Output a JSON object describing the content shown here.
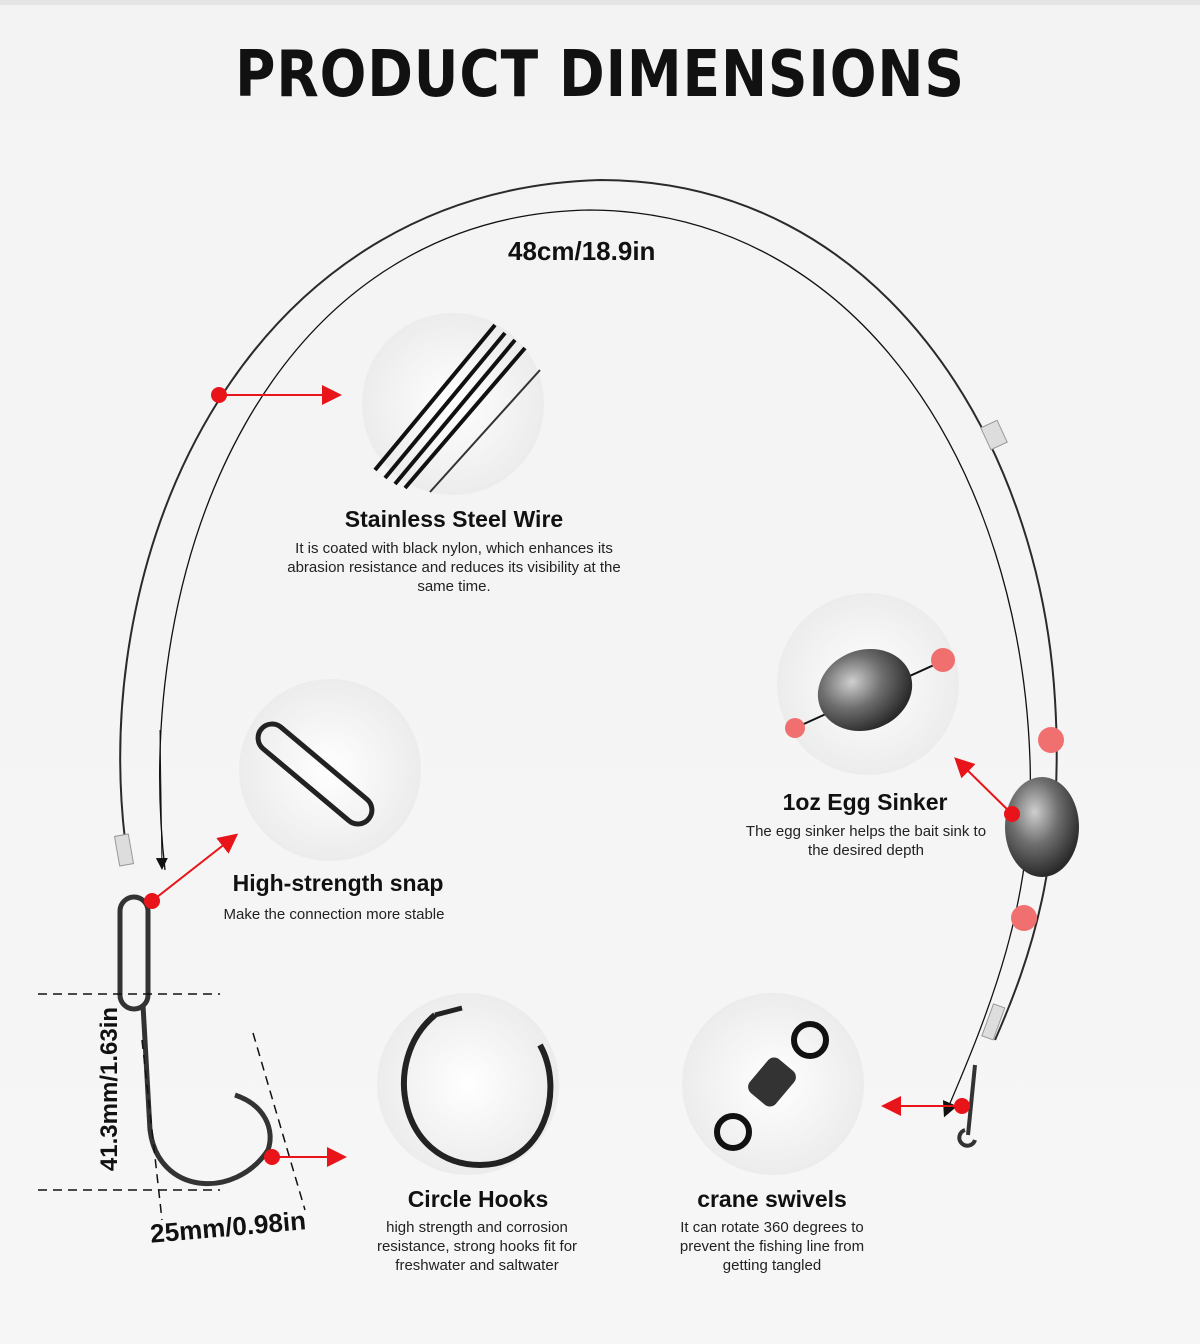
{
  "title": "PRODUCT DIMENSIONS",
  "length_label": "48cm/18.9in",
  "hook_height_label": "41.3mm/1.63in",
  "hook_width_label": "25mm/0.98in",
  "features": [
    {
      "name": "Stainless Steel Wire",
      "desc": "It is coated with black nylon, which enhances its abrasion resistance and reduces its visibility at the same time."
    },
    {
      "name": "1oz Egg Sinker",
      "desc": "The egg sinker helps the bait sink to the desired depth"
    },
    {
      "name": "High-strength snap",
      "desc": "Make the connection more stable"
    },
    {
      "name": "Circle Hooks",
      "desc": "high strength and corrosion resistance, strong hooks fit for freshwater and saltwater"
    },
    {
      "name": "crane swivels",
      "desc": "It can rotate 360 degrees to prevent the fishing line from getting tangled"
    }
  ],
  "colors": {
    "accent": "#e8141a",
    "bead": "#f07070",
    "wire": "#2a2a2a"
  }
}
